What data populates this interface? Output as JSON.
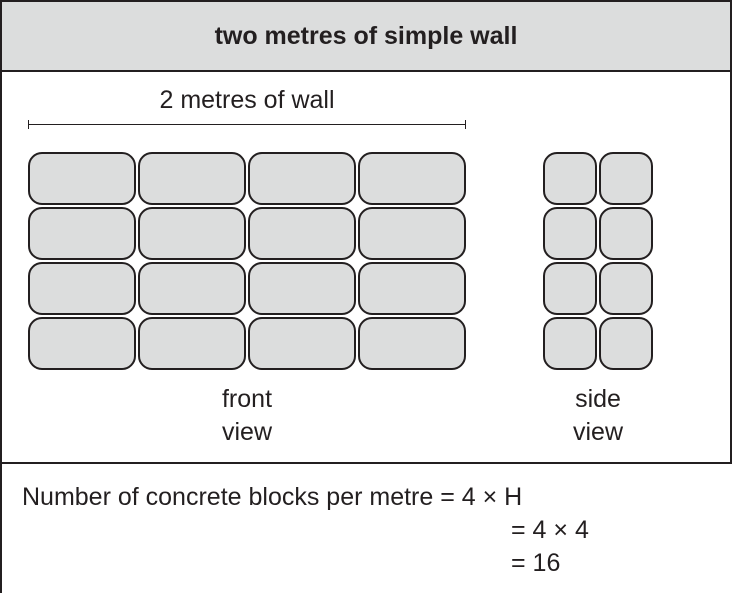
{
  "title": "two metres of simple wall",
  "dimension_label": "2 metres of wall",
  "front_view": {
    "caption_line1": "front",
    "caption_line2": "view",
    "rows": 4,
    "columns": 4
  },
  "side_view": {
    "caption_line1": "side",
    "caption_line2": "view",
    "rows": 4,
    "columns": 2
  },
  "colors": {
    "block_fill": "#dcdddd",
    "header_fill": "#dcdddd",
    "ink": "#231f20"
  },
  "formula": {
    "line1": "Number of concrete blocks per metre = 4 × H",
    "line2": "= 4 × 4",
    "line3": "= 16"
  }
}
